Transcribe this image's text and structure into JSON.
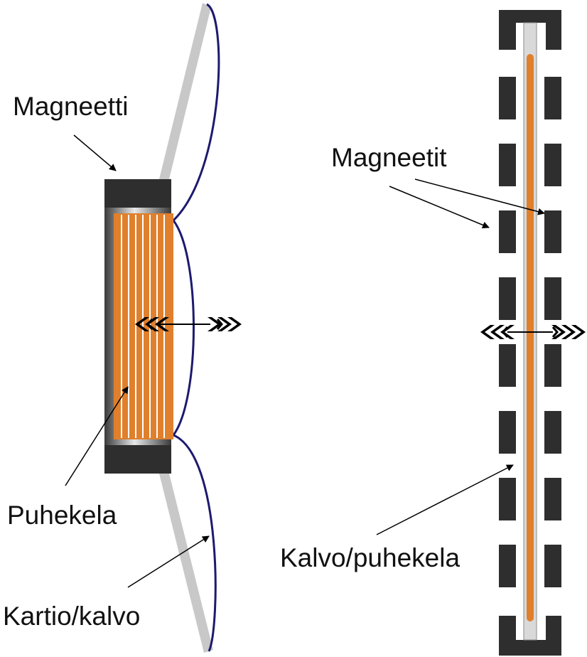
{
  "diagram": {
    "left_figure": {
      "labels": {
        "magnet": "Magneetti",
        "voice_coil": "Puhekela",
        "cone": "Kartio/kalvo"
      }
    },
    "right_figure": {
      "labels": {
        "magnets": "Magneetit",
        "membrane_coil": "Kalvo/puhekela"
      }
    },
    "colors": {
      "magnet": "#2e2e2e",
      "coil": "#e07f2c",
      "cone": "#c8c8c8",
      "surround": "#1d1a6e",
      "ink": "#000000"
    },
    "icons": [
      "motion-arrow-icon",
      "pointer-arrow-icon"
    ]
  }
}
